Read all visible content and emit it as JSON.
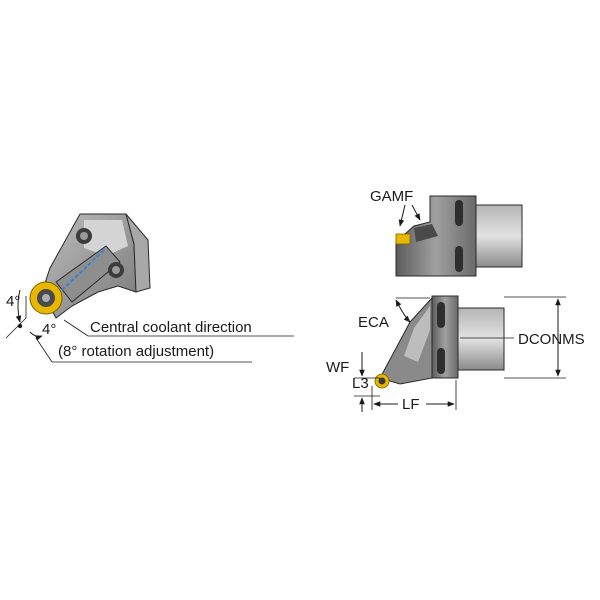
{
  "left_view": {
    "angle_top": "4°",
    "angle_bottom": "4°",
    "coolant_line1": "Central coolant direction",
    "coolant_line2": "(8° rotation adjustment)"
  },
  "right_view": {
    "gamf": "GAMF",
    "eca": "ECA",
    "wf": "WF",
    "l3": "L3",
    "lf": "LF",
    "dconms": "DCONMS"
  },
  "colors": {
    "body_dark": "#6e6e6e",
    "body_mid": "#9a9a9a",
    "body_light": "#c8c8c8",
    "insert_gold": "#e8b800",
    "coolant_blue": "#3a7fd0"
  }
}
